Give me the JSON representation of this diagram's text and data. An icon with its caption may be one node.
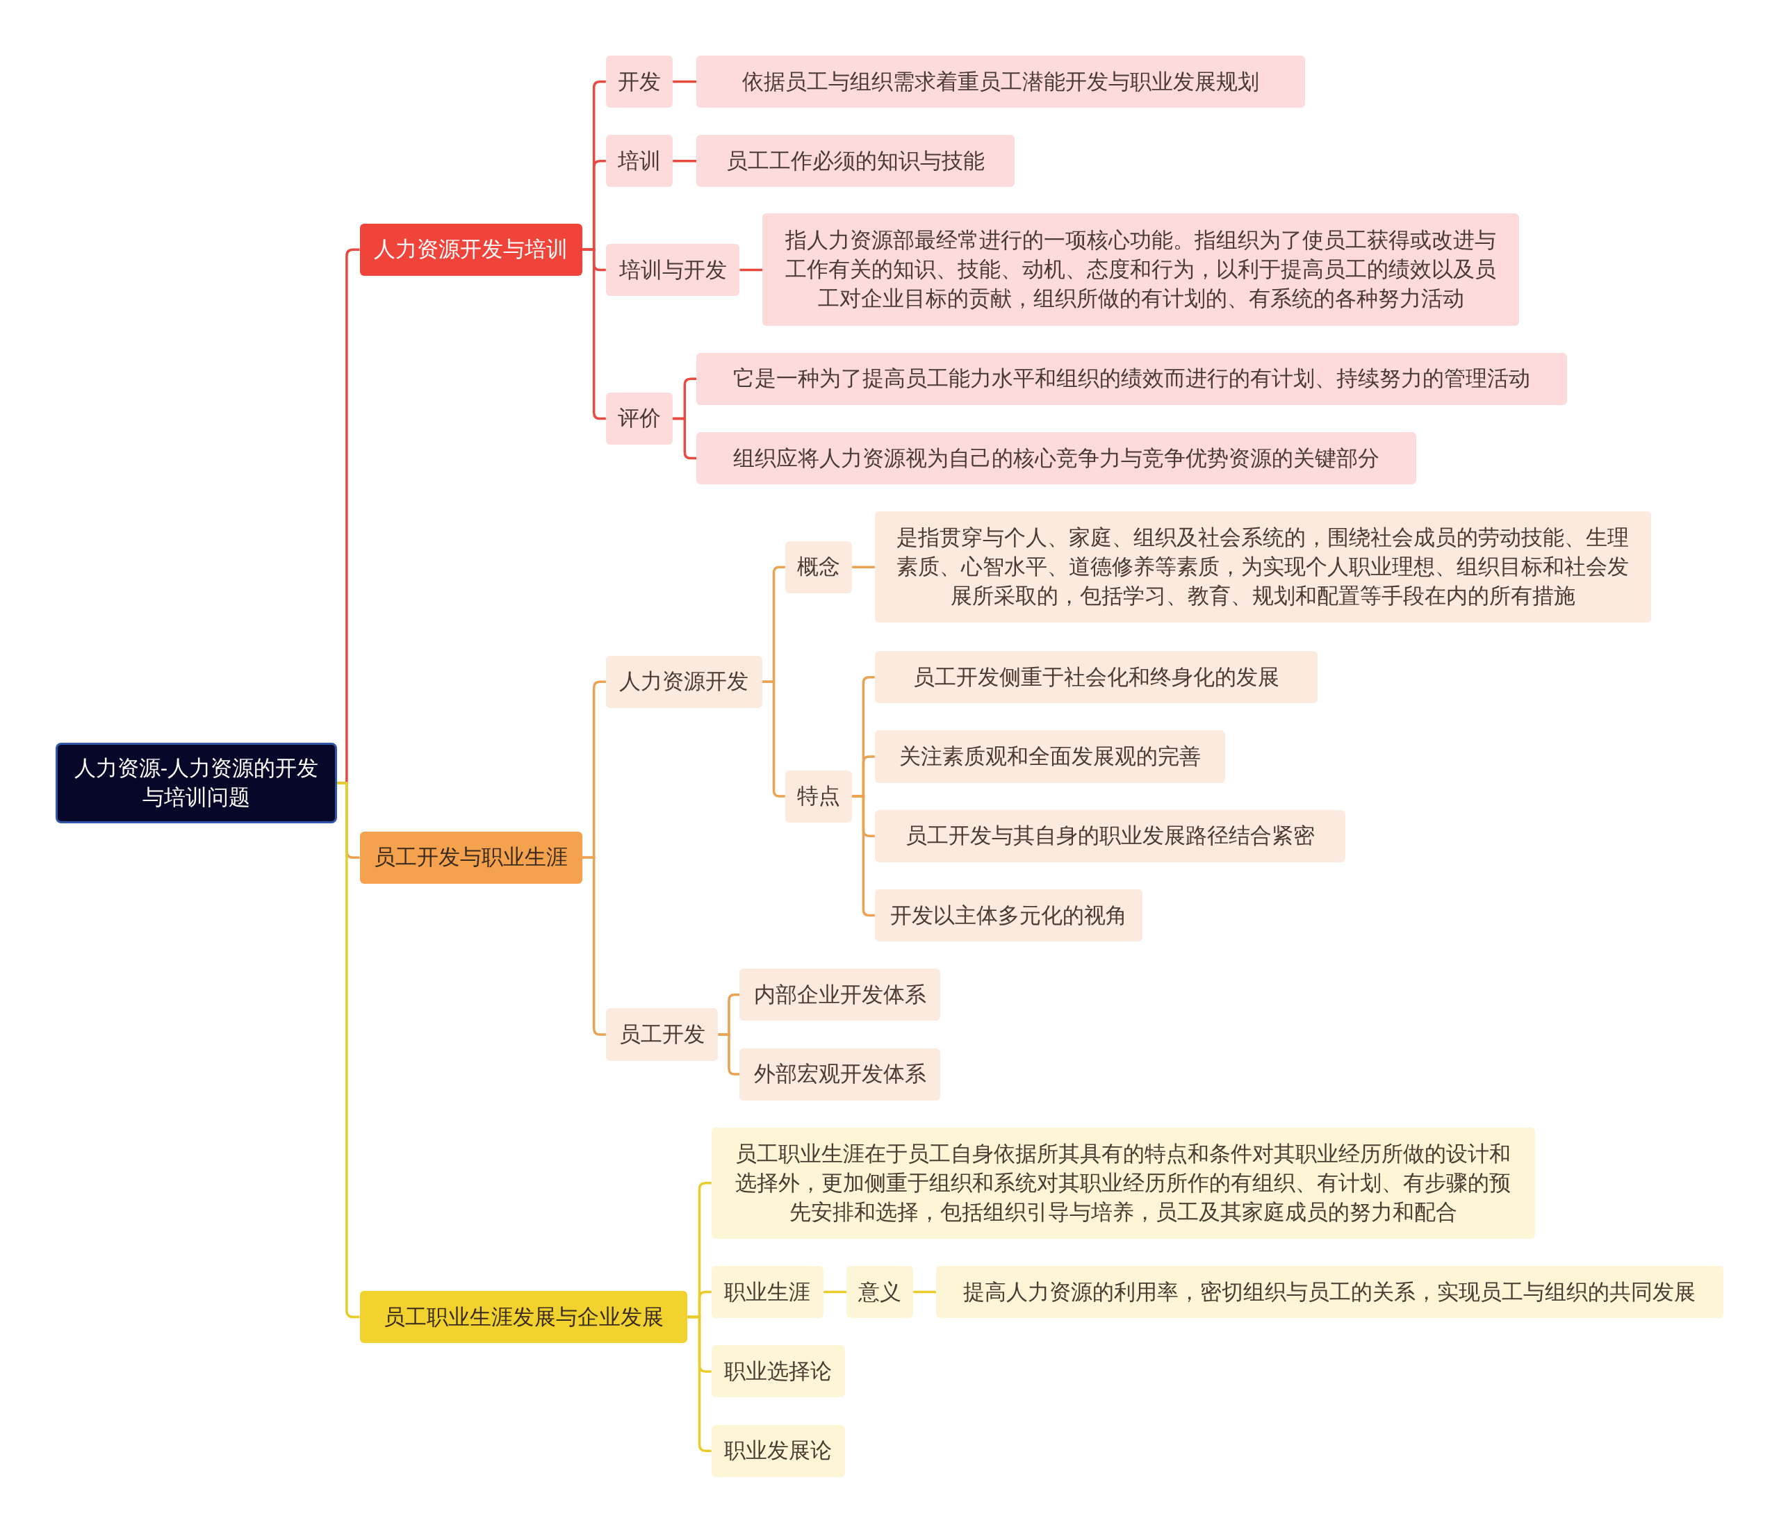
{
  "diagram": {
    "nodes": [
      {
        "text": [
          "人力资源-人力资源的开发与培训问题"
        ]
      },
      {
        "text": [
          "人力资源开发与培训"
        ]
      },
      {
        "text": [
          "开发"
        ]
      },
      {
        "text": [
          "依据员工与组织需求着重员工潜能开发与职业发展规划"
        ]
      },
      {
        "text": [
          "培训"
        ]
      },
      {
        "text": [
          "员工工作必须的知识与技能"
        ]
      },
      {
        "text": [
          "培训与开发"
        ]
      },
      {
        "text": [
          "指人力资源部最经常进行的一项核心功能。指组织为了使员工获得或改进与工作有关的知识、技能、动机、态度和行为，以利于提高员工的绩效以及员工对企业目标的贡献，组织所做的有计划的、有系统的各种努力活动"
        ]
      },
      {
        "text": [
          "评价"
        ]
      },
      {
        "text": [
          "它是一种为了提高员工能力水平和组织的绩效而进行的有计划、持续努力的管理活动"
        ]
      },
      {
        "text": [
          "组织应将人力资源视为自己的核心竞争力与竞争优势资源的关键部分"
        ]
      },
      {
        "text": [
          "员工开发与职业生涯"
        ]
      },
      {
        "text": [
          "人力资源开发"
        ]
      },
      {
        "text": [
          "概念"
        ]
      },
      {
        "text": [
          "是指贯穿与个人、家庭、组织及社会系统的，围绕社会成员的劳动技能、生理素质、心智水平、道德修养等素质，为实现个人职业理想、组织目标和社会发展所采取的，包括学习、教育、规划和配置等手段在内的所有措施"
        ]
      },
      {
        "text": [
          "特点"
        ]
      },
      {
        "text": [
          "员工开发侧重于社会化和终身化的发展"
        ]
      },
      {
        "text": [
          "关注素质观和全面发展观的完善"
        ]
      },
      {
        "text": [
          "员工开发与其自身的职业发展路径结合紧密"
        ]
      },
      {
        "text": [
          "开发以主体多元化的视角"
        ]
      },
      {
        "text": [
          "员工开发"
        ]
      },
      {
        "text": [
          "内部企业开发体系"
        ]
      },
      {
        "text": [
          "外部宏观开发体系"
        ]
      },
      {
        "text": [
          "员工职业生涯发展与企业发展"
        ]
      },
      {
        "text": [
          "员工职业生涯在于员工自身依据所其具有的特点和条件对其职业经历所做的设计和选择外，更加侧重于组织和系统对其职业经历所作的有组织、有计划、有步骤的预先安排和选择，包括组织引导与培养，员工及其家庭成员的努力和配合"
        ]
      },
      {
        "text": [
          "职业生涯"
        ]
      },
      {
        "text": [
          "意义"
        ]
      },
      {
        "text": [
          "提高人力资源的利用率，密切组织与员工的关系，实现员工与组织的共同发展"
        ]
      },
      {
        "text": [
          "职业选择论"
        ]
      },
      {
        "text": [
          "职业发展论"
        ]
      }
    ],
    "edges": [
      {
        "from": 0,
        "to": 1,
        "arrow": "none",
        "color": "#e84a3f"
      },
      {
        "from": 1,
        "to": 2,
        "arrow": "none",
        "color": "#e84a3f"
      },
      {
        "from": 2,
        "to": 3,
        "arrow": "none",
        "color": "#e84a3f"
      },
      {
        "from": 1,
        "to": 4,
        "arrow": "none",
        "color": "#e84a3f"
      },
      {
        "from": 4,
        "to": 5,
        "arrow": "none",
        "color": "#e84a3f"
      },
      {
        "from": 1,
        "to": 6,
        "arrow": "none",
        "color": "#e84a3f"
      },
      {
        "from": 6,
        "to": 7,
        "arrow": "none",
        "color": "#e84a3f"
      },
      {
        "from": 1,
        "to": 8,
        "arrow": "none",
        "color": "#e84a3f"
      },
      {
        "from": 8,
        "to": 9,
        "arrow": "none",
        "color": "#e84a3f"
      },
      {
        "from": 8,
        "to": 10,
        "arrow": "none",
        "color": "#e84a3f"
      },
      {
        "from": 0,
        "to": 11,
        "arrow": "none",
        "color": "#e9a352"
      },
      {
        "from": 11,
        "to": 12,
        "arrow": "none",
        "color": "#e9a352"
      },
      {
        "from": 12,
        "to": 13,
        "arrow": "none",
        "color": "#e9a352"
      },
      {
        "from": 13,
        "to": 14,
        "arrow": "none",
        "color": "#e9a352"
      },
      {
        "from": 12,
        "to": 15,
        "arrow": "none",
        "color": "#e9a352"
      },
      {
        "from": 15,
        "to": 16,
        "arrow": "none",
        "color": "#e9a352"
      },
      {
        "from": 15,
        "to": 17,
        "arrow": "none",
        "color": "#e9a352"
      },
      {
        "from": 15,
        "to": 18,
        "arrow": "none",
        "color": "#e9a352"
      },
      {
        "from": 15,
        "to": 19,
        "arrow": "none",
        "color": "#e9a352"
      },
      {
        "from": 11,
        "to": 20,
        "arrow": "none",
        "color": "#e9a352"
      },
      {
        "from": 20,
        "to": 21,
        "arrow": "none",
        "color": "#e9a352"
      },
      {
        "from": 20,
        "to": 22,
        "arrow": "none",
        "color": "#e9a352"
      },
      {
        "from": 0,
        "to": 23,
        "arrow": "none",
        "color": "#e8cc2a"
      },
      {
        "from": 23,
        "to": 24,
        "arrow": "none",
        "color": "#e8cc2a"
      },
      {
        "from": 23,
        "to": 25,
        "arrow": "none",
        "color": "#e8cc2a"
      },
      {
        "from": 25,
        "to": 26,
        "arrow": "none",
        "color": "#e8cc2a"
      },
      {
        "from": 26,
        "to": 27,
        "arrow": "none",
        "color": "#e8cc2a"
      },
      {
        "from": 23,
        "to": 28,
        "arrow": "none",
        "color": "#e8cc2a"
      },
      {
        "from": 23,
        "to": 29,
        "arrow": "none",
        "color": "#e8cc2a"
      }
    ]
  }
}
